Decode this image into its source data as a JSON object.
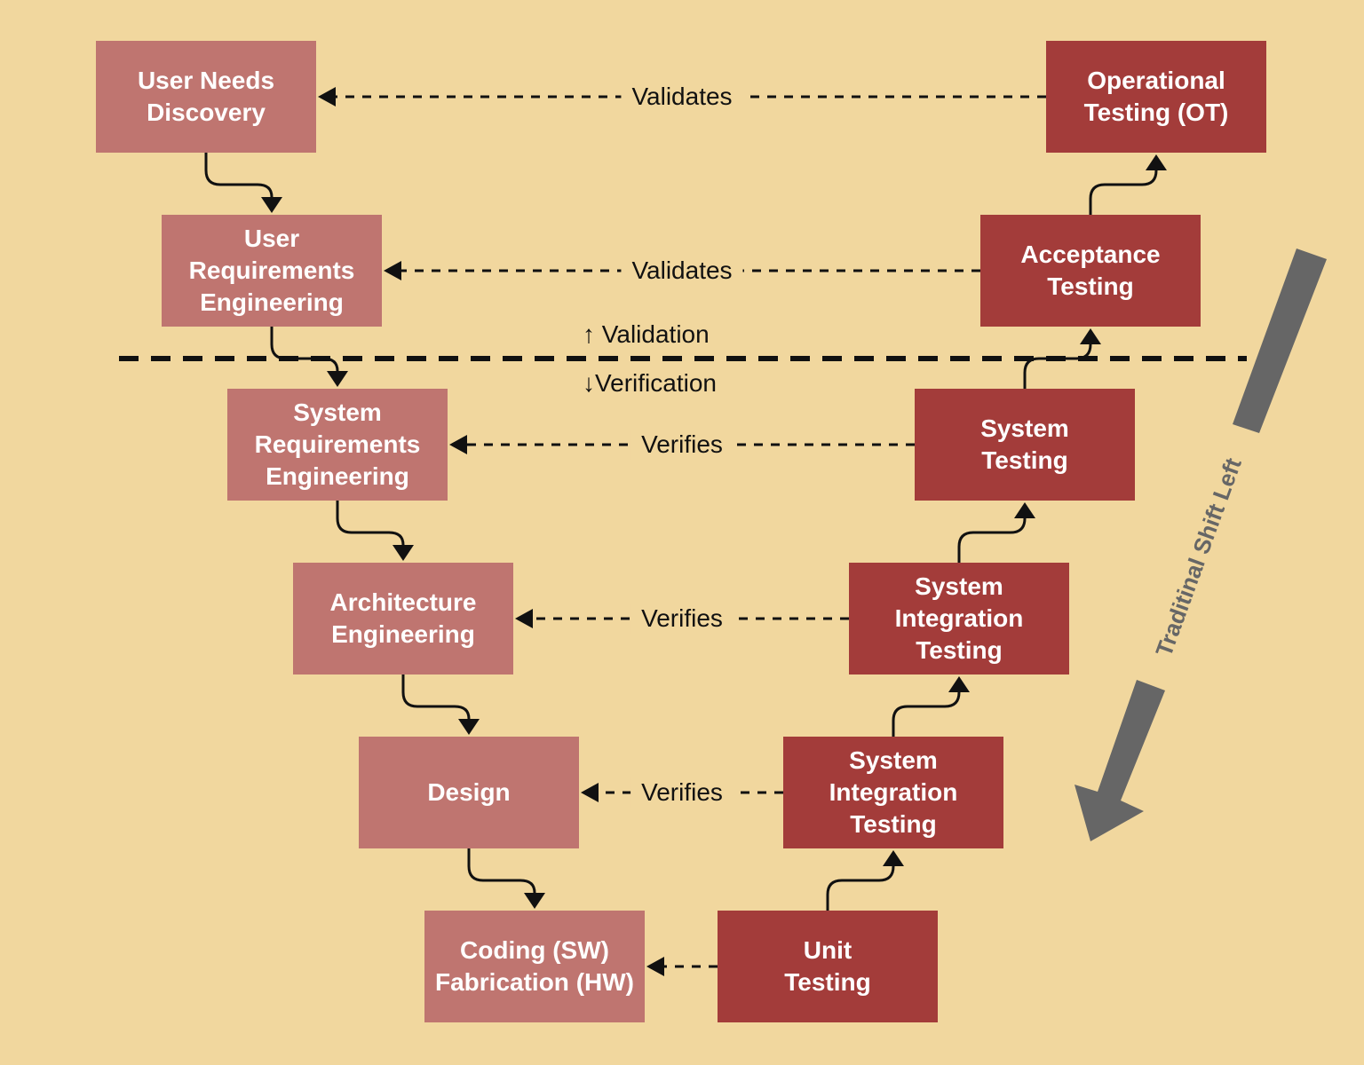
{
  "colors": {
    "background": "#f1d79e",
    "development_box": "#bf7570",
    "testing_box": "#a33c3a",
    "arrow": "#111111",
    "shift_arrow": "#666666"
  },
  "development": {
    "user_needs": "User Needs\nDiscovery",
    "user_requirements": "User\nRequirements\nEngineering",
    "system_requirements": "System\nRequirements\nEngineering",
    "architecture": "Architecture\nEngineering",
    "design": "Design",
    "coding": "Coding (SW)\nFabrication (HW)"
  },
  "testing": {
    "operational": "Operational\nTesting (OT)",
    "acceptance": "Acceptance\nTesting",
    "system": "System\nTesting",
    "system_integration_1": "System\nIntegration\nTesting",
    "system_integration_2": "System\nIntegration\nTesting",
    "unit": "Unit\nTesting"
  },
  "links": {
    "validates_1": "Validates",
    "validates_2": "Validates",
    "verifies_1": "Verifies",
    "verifies_2": "Verifies",
    "verifies_3": "Verifies"
  },
  "divider": {
    "validation": "↑  Validation",
    "verification": "↓Verification"
  },
  "shift_label": "Traditinal Shift Left"
}
